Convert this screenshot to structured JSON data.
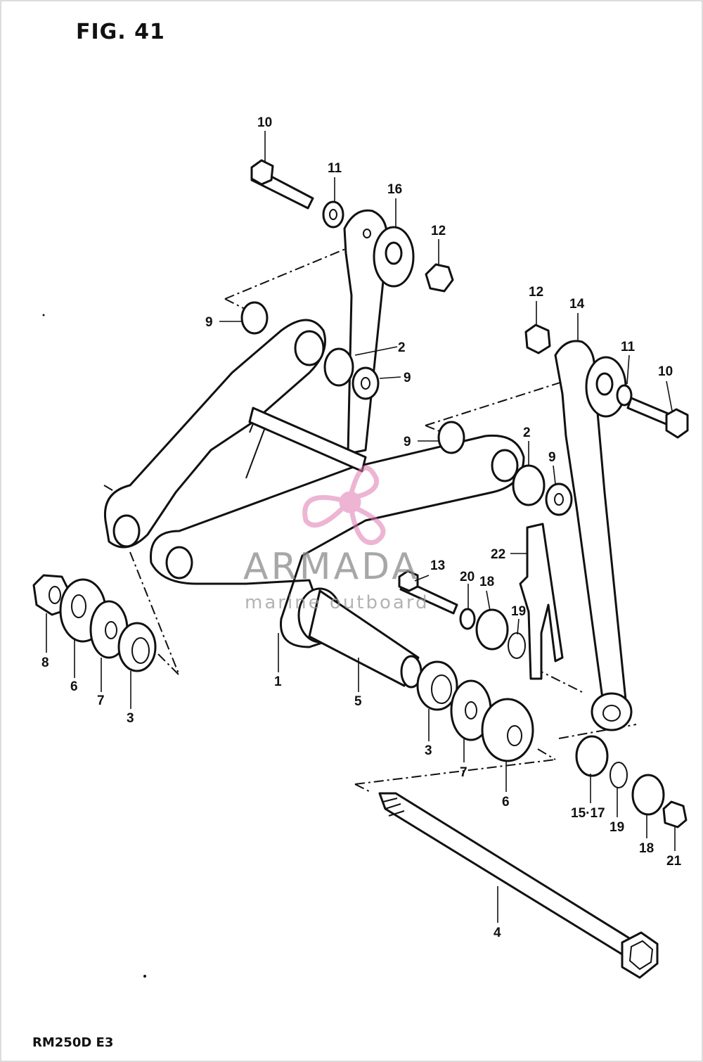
{
  "figure": {
    "title": "FIG. 41",
    "model_code": "RM250D E3"
  },
  "watermark": {
    "brand": "ARMADA",
    "tagline": "marine outboard"
  },
  "callouts": [
    {
      "id": "c10a",
      "text": "10"
    },
    {
      "id": "c11a",
      "text": "11"
    },
    {
      "id": "c16",
      "text": "16"
    },
    {
      "id": "c12a",
      "text": "12"
    },
    {
      "id": "c9a",
      "text": "9"
    },
    {
      "id": "c2a",
      "text": "2"
    },
    {
      "id": "c9b",
      "text": "9"
    },
    {
      "id": "c12b",
      "text": "12"
    },
    {
      "id": "c14",
      "text": "14"
    },
    {
      "id": "c11b",
      "text": "11"
    },
    {
      "id": "c10b",
      "text": "10"
    },
    {
      "id": "c9c",
      "text": "9"
    },
    {
      "id": "c2b",
      "text": "2"
    },
    {
      "id": "c9d",
      "text": "9"
    },
    {
      "id": "c22",
      "text": "22"
    },
    {
      "id": "c13",
      "text": "13"
    },
    {
      "id": "c20",
      "text": "20"
    },
    {
      "id": "c18a",
      "text": "18"
    },
    {
      "id": "c19a",
      "text": "19"
    },
    {
      "id": "c8",
      "text": "8"
    },
    {
      "id": "c6a",
      "text": "6"
    },
    {
      "id": "c7a",
      "text": "7"
    },
    {
      "id": "c3a",
      "text": "3"
    },
    {
      "id": "c1",
      "text": "1"
    },
    {
      "id": "c5",
      "text": "5"
    },
    {
      "id": "c3b",
      "text": "3"
    },
    {
      "id": "c7b",
      "text": "7"
    },
    {
      "id": "c6b",
      "text": "6"
    },
    {
      "id": "c1517",
      "text": "15·17"
    },
    {
      "id": "c19b",
      "text": "19"
    },
    {
      "id": "c18b",
      "text": "18"
    },
    {
      "id": "c21",
      "text": "21"
    },
    {
      "id": "c4",
      "text": "4"
    }
  ]
}
